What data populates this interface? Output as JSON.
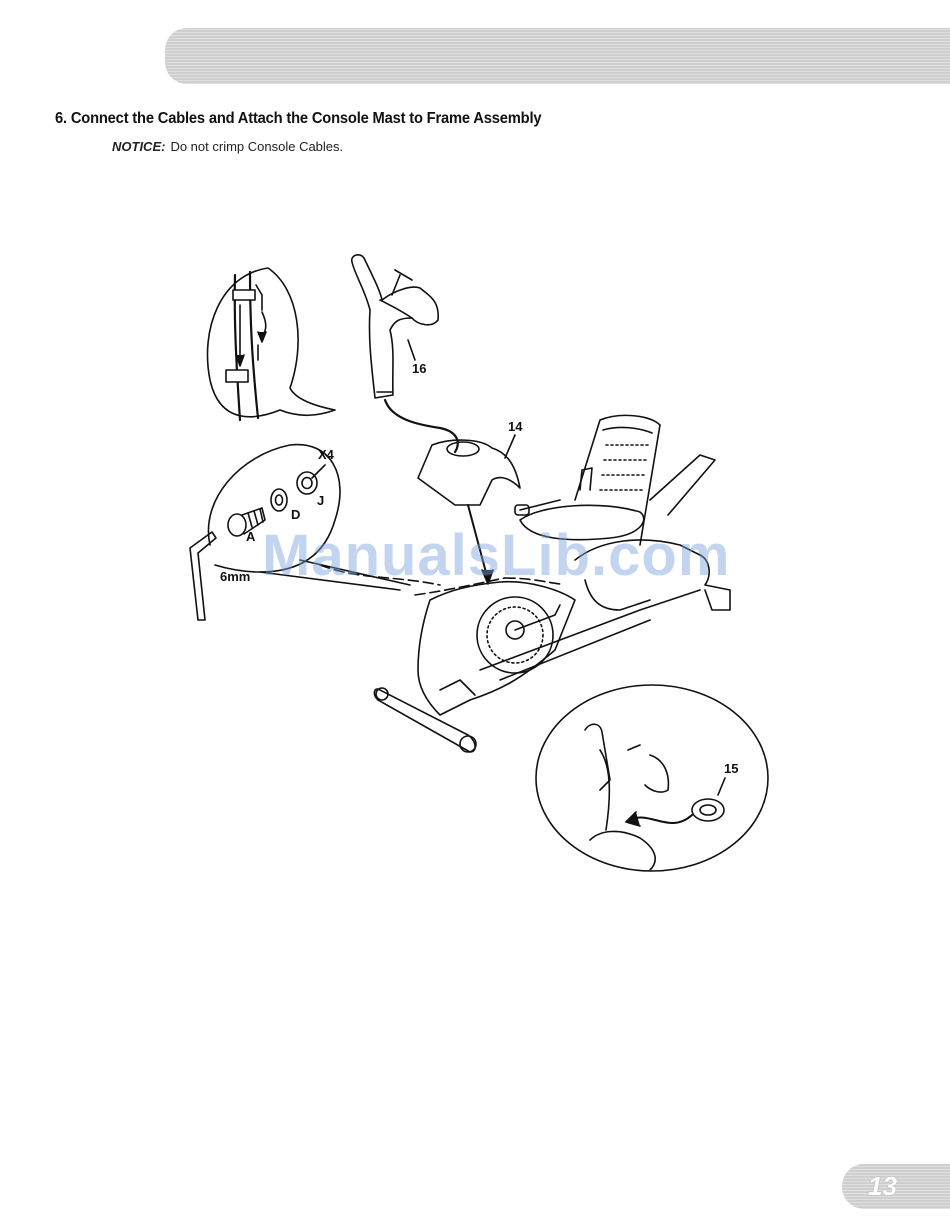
{
  "step": {
    "title": "6. Connect the Cables and Attach the Console Mast to Frame Assembly"
  },
  "notice": {
    "label": "NOTICE:",
    "text": "Do not crimp Console Cables."
  },
  "callouts": {
    "mast": "16",
    "shroud": "14",
    "spacer": "15",
    "quantity": "X4",
    "bolt": "A",
    "washer_d": "D",
    "washer_j": "J",
    "wrench": "6mm"
  },
  "watermark": "ManualsLib.com",
  "page": {
    "number": "13"
  }
}
